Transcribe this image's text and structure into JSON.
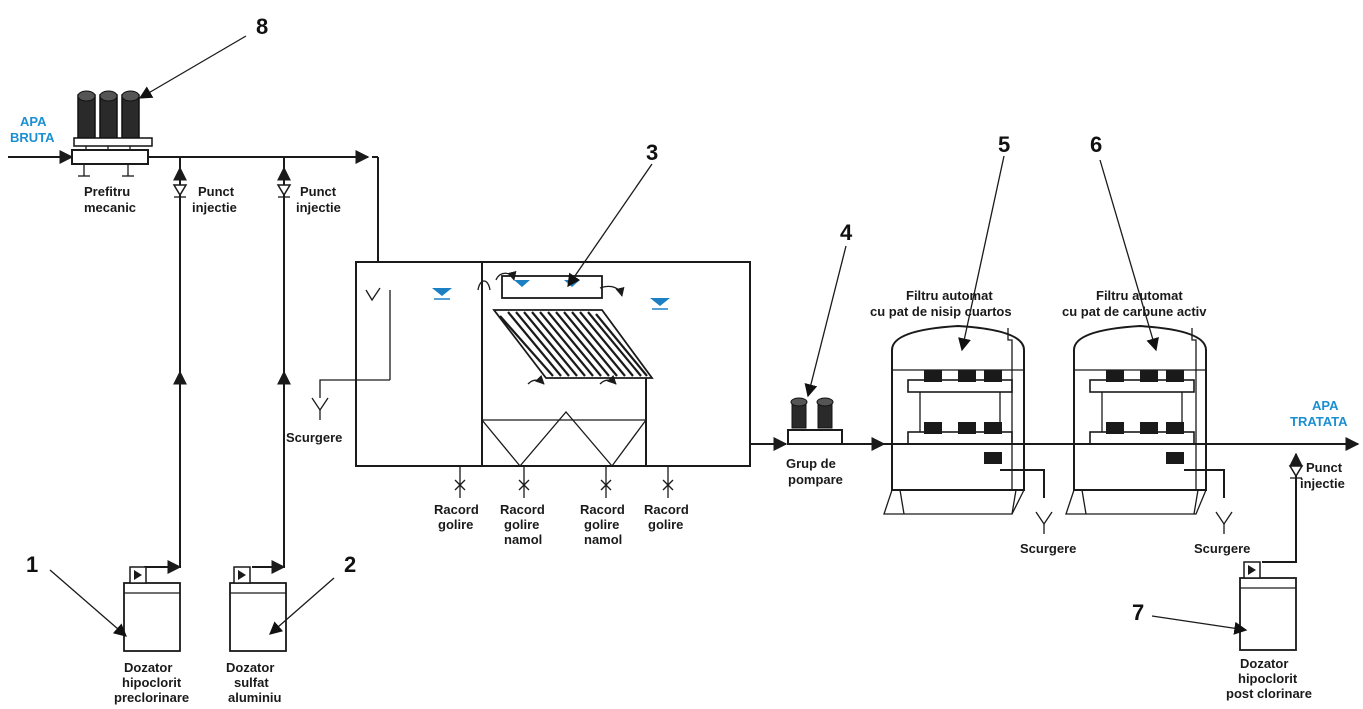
{
  "colors": {
    "line": "#1a1a1a",
    "water_label": "#1b8fd2",
    "water_level": "#1b7fc4"
  },
  "icons": [
    "pump-icon",
    "valve-icon",
    "drain-funnel-icon",
    "injection-valve-icon",
    "water-level-icon",
    "arrow-icon"
  ],
  "labels": {
    "apa_bruta": [
      "APA",
      "BRUTA"
    ],
    "apa_tratata": [
      "APA",
      "TRATATA"
    ],
    "prefiltru": [
      "Prefitru",
      "mecanic"
    ],
    "punct_injectie_1": [
      "Punct",
      "injectie"
    ],
    "punct_injectie_2": [
      "Punct",
      "injectie"
    ],
    "punct_injectie_3": [
      "Punct",
      "injectie"
    ],
    "scurgere_1": "Scurgere",
    "scurgere_2": "Scurgere",
    "scurgere_3": "Scurgere",
    "racord_1": [
      "Racord",
      "golire"
    ],
    "racord_2": [
      "Racord",
      "golire",
      "namol"
    ],
    "racord_3": [
      "Racord",
      "golire",
      "namol"
    ],
    "racord_4": [
      "Racord",
      "golire"
    ],
    "grup_pompare": [
      "Grup de",
      "pompare"
    ],
    "filtru_nisip": [
      "Filtru automat",
      "cu pat de nisip cuartos"
    ],
    "filtru_carbune": [
      "Filtru automat",
      "cu pat de carbune activ"
    ],
    "dozator_1": [
      "Dozator",
      "hipoclorit",
      "preclorinare"
    ],
    "dozator_2": [
      "Dozator",
      "sulfat",
      "aluminiu"
    ],
    "dozator_7": [
      "Dozator",
      "hipoclorit",
      "post clorinare"
    ]
  },
  "callouts": [
    "1",
    "2",
    "3",
    "4",
    "5",
    "6",
    "7",
    "8"
  ]
}
